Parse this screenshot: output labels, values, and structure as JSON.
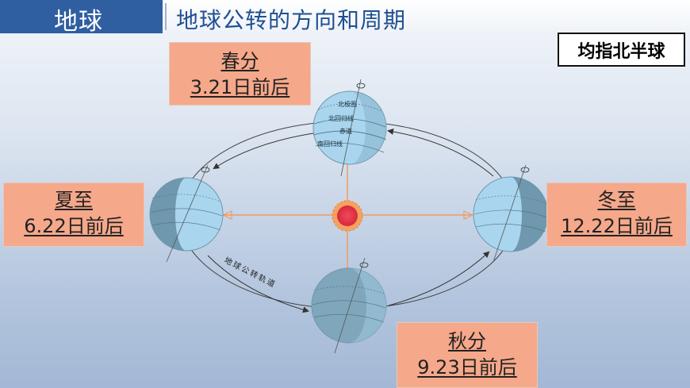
{
  "header": {
    "tab_label": "地球",
    "title": "地球公转的方向和周期"
  },
  "note": "均指北半球",
  "seasons": {
    "spring": {
      "name": "春分",
      "date": "3.21日前后"
    },
    "summer": {
      "name": "夏至",
      "date": "6.22日前后"
    },
    "winter": {
      "name": "冬至",
      "date": "12.22日前后"
    },
    "autumn": {
      "name": "秋分",
      "date": "9.23日前后"
    }
  },
  "orbit_label": "地球公转轨道",
  "latitude_labels": {
    "arctic": "北极圈",
    "cancer": "北回归线",
    "equator": "赤道",
    "capricorn": "南回归线"
  },
  "colors": {
    "header_blue": "#2f5fa0",
    "title_blue": "#1f4f91",
    "season_box": "#f5a88a",
    "sun_red": "#e8304a",
    "sun_ray": "#f29a62",
    "earth_light": "#a9d6ee",
    "earth_dark": "#6f97ad"
  }
}
